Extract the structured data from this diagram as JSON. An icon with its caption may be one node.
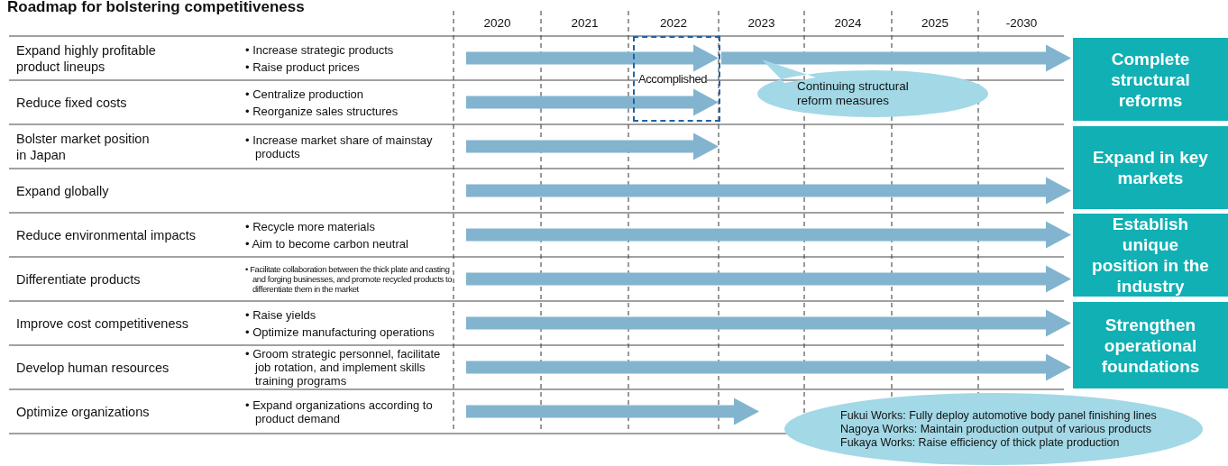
{
  "diagram": {
    "title": "Roadmap for bolstering competitiveness",
    "nodes": [
      {
        "text": [
          "Complete structural reforms"
        ]
      },
      {
        "text": [
          "Expand in key markets"
        ]
      },
      {
        "text": [
          "Establish unique position in the industry"
        ]
      },
      {
        "text": [
          "Strengthen operational foundations"
        ]
      },
      {
        "text": [
          "Accomplished"
        ]
      },
      {
        "text": [
          "Continuing structural reform measures"
        ]
      },
      {
        "text": [
          "Fukui Works: Fully deploy automotive body panel finishing lines",
          "Nagoya Works: Maintain production output of various products",
          "Fukaya Works: Raise efficiency of thick plate production"
        ]
      }
    ],
    "edges": [
      {
        "from": null,
        "to": 4,
        "arrow": "to"
      },
      {
        "from": null,
        "to": 4,
        "arrow": "to"
      },
      {
        "from": null,
        "to": 4,
        "arrow": "to"
      },
      {
        "from": 4,
        "to": 0,
        "arrow": "to"
      },
      {
        "from": null,
        "to": 1,
        "arrow": "to"
      },
      {
        "from": null,
        "to": 2,
        "arrow": "to"
      },
      {
        "from": null,
        "to": 2,
        "arrow": "to"
      },
      {
        "from": null,
        "to": 3,
        "arrow": "to"
      },
      {
        "from": null,
        "to": 3,
        "arrow": "to"
      }
    ],
    "labels": [
      "2020",
      "2021",
      "2022",
      "2023",
      "2024",
      "2025",
      "-2030",
      "Expand highly profitable product lineups",
      "• Increase strategic products",
      "• Raise product prices",
      "Reduce fixed costs",
      "• Centralize production",
      "• Reorganize sales structures",
      "Bolster market position in Japan",
      "• Increase market share of mainstay products",
      "Expand globally",
      "Reduce environmental impacts",
      "• Recycle more materials",
      "• Aim to become carbon neutral",
      "Differentiate products",
      "• Facilitate collaboration between the thick plate and casting and forging businesses, and promote recycled products to differentiate them in the market",
      "Improve cost competitiveness",
      "• Raise yields",
      "• Optimize manufacturing operations",
      "Develop human resources",
      "• Groom strategic personnel, facilitate job rotation, and implement skills training programs",
      "Optimize organizations",
      "• Expand organizations according to product demand"
    ]
  }
}
